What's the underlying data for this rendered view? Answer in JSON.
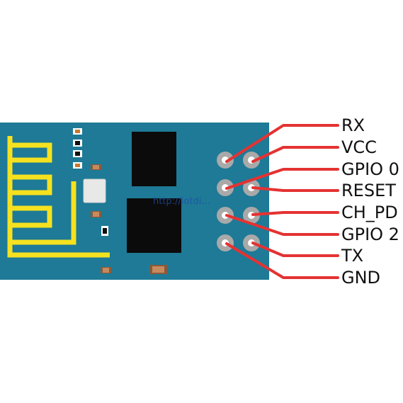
{
  "colors": {
    "board": "#1e7a96",
    "antenna": "#f5e11f",
    "chip": "#0b0b0b",
    "pin_ring": "#a9a9a9",
    "pin_hole": "#ffffff",
    "wire": "#e53232",
    "label_text": "#111111"
  },
  "watermark": "http://iotdi...",
  "pins": [
    {
      "label": "RX"
    },
    {
      "label": "VCC"
    },
    {
      "label": "GPIO 0"
    },
    {
      "label": "RESET"
    },
    {
      "label": "CH_PD"
    },
    {
      "label": "GPIO 2"
    },
    {
      "label": "TX"
    },
    {
      "label": "GND"
    }
  ]
}
